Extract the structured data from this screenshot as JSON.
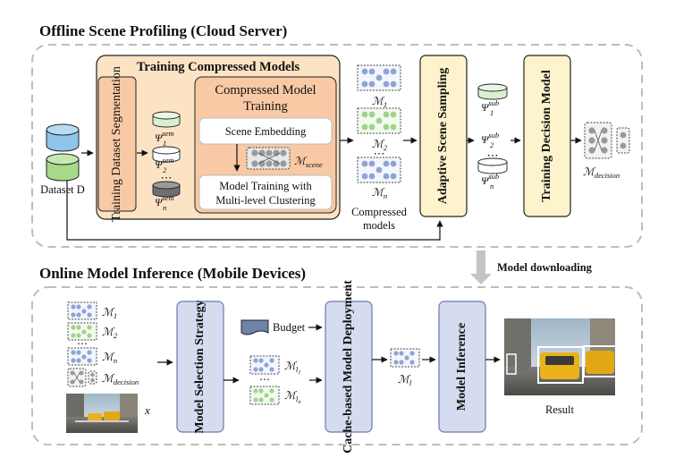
{
  "sections": {
    "offline_title": "Offline Scene Profiling (Cloud Server)",
    "online_title": "Online Model Inference (Mobile Devices)"
  },
  "offline": {
    "training_compressed_title": "Training Compressed Models",
    "dataset_label": "Dataset D",
    "segmentation_label": "Training Dataset Segmentation",
    "semantic_subsets": {
      "first": {
        "base": "Ψ",
        "sup": "sem",
        "sub": "1"
      },
      "second": {
        "base": "Ψ",
        "sup": "sem",
        "sub": "2"
      },
      "ellipsis": "⋯",
      "last": {
        "base": "Ψ",
        "sup": "sem",
        "sub": "n"
      }
    },
    "cmt_title_line1": "Compressed Model",
    "cmt_title_line2": "Training",
    "scene_embedding": "Scene Embedding",
    "scene_model": {
      "base": "ℳ",
      "sub": "scene"
    },
    "model_training_line1": "Model Training with",
    "model_training_line2": "Multi-level Clustering",
    "compressed_models": {
      "m1": {
        "base": "ℳ",
        "sub": "1"
      },
      "m2": {
        "base": "ℳ",
        "sub": "2"
      },
      "mn": {
        "base": "ℳ",
        "sub": "n"
      },
      "caption_line1": "Compressed",
      "caption_line2": "models"
    },
    "adaptive_sampling": "Adaptive Scene Sampling",
    "sub_subsets": {
      "first": {
        "base": "Ψ",
        "sup": "sub",
        "sub": "1"
      },
      "second": {
        "base": "Ψ",
        "sup": "sub",
        "sub": "2"
      },
      "ellipsis": "⋯",
      "last": {
        "base": "Ψ",
        "sup": "sub",
        "sub": "n"
      }
    },
    "training_decision": "Training Decision Model",
    "decision_model": {
      "base": "ℳ",
      "sub": "decision"
    }
  },
  "transfer_label": "Model downloading",
  "online": {
    "inputs": {
      "m1": {
        "base": "ℳ",
        "sub": "1"
      },
      "m2": {
        "base": "ℳ",
        "sub": "2"
      },
      "mn": {
        "base": "ℳ",
        "sub": "n"
      },
      "mdecision": {
        "base": "ℳ",
        "sub": "decision"
      },
      "x": "x"
    },
    "selection_strategy": "Model Selection Strategy",
    "budget": "Budget",
    "selected": {
      "first": {
        "base": "ℳ",
        "sub": "l",
        "subsub": "1"
      },
      "last": {
        "base": "ℳ",
        "sub": "l",
        "subsub": "n"
      }
    },
    "deployment": "Cache-based Model Deployment",
    "deployed": {
      "base": "ℳ",
      "sub": "l"
    },
    "inference": "Model Inference",
    "result": "Result"
  },
  "colors": {
    "panel_border": "#bdbdbd",
    "orange_fill": "#fbe3c4",
    "orange_inner": "#f8c9a4",
    "orange_border": "#222222",
    "yellow_fill": "#fdf3cd",
    "lavender_fill": "#d6dcef",
    "lavender_border": "#6a77b0",
    "cyl_blue": "#8ec5e8",
    "cyl_green": "#a7d98a",
    "cyl_light_green": "#d8efd1",
    "cyl_gray": "#6f6f6f"
  }
}
